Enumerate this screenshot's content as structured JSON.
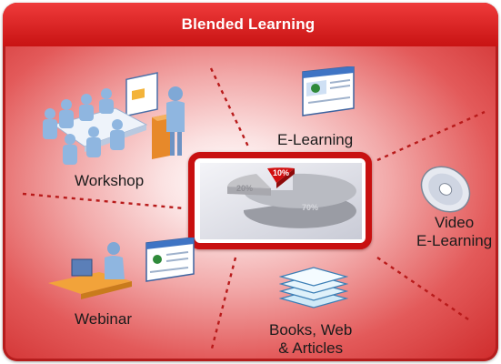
{
  "title": "Blended Learning",
  "center": {
    "pie_labels": [
      "10%",
      "20%",
      "70%"
    ]
  },
  "nodes": {
    "workshop": "Workshop",
    "elearning": "E-Learning",
    "video_elearning": [
      "Video",
      "E-Learning"
    ],
    "webinar": "Webinar",
    "books": [
      "Books, Web",
      "& Articles"
    ]
  },
  "colors": {
    "title_bar": "#d41a1a",
    "frame": "#c81010",
    "background_center": "#ffffff",
    "background_edge": "#cf2b2b",
    "connector": "#b81a1a"
  }
}
